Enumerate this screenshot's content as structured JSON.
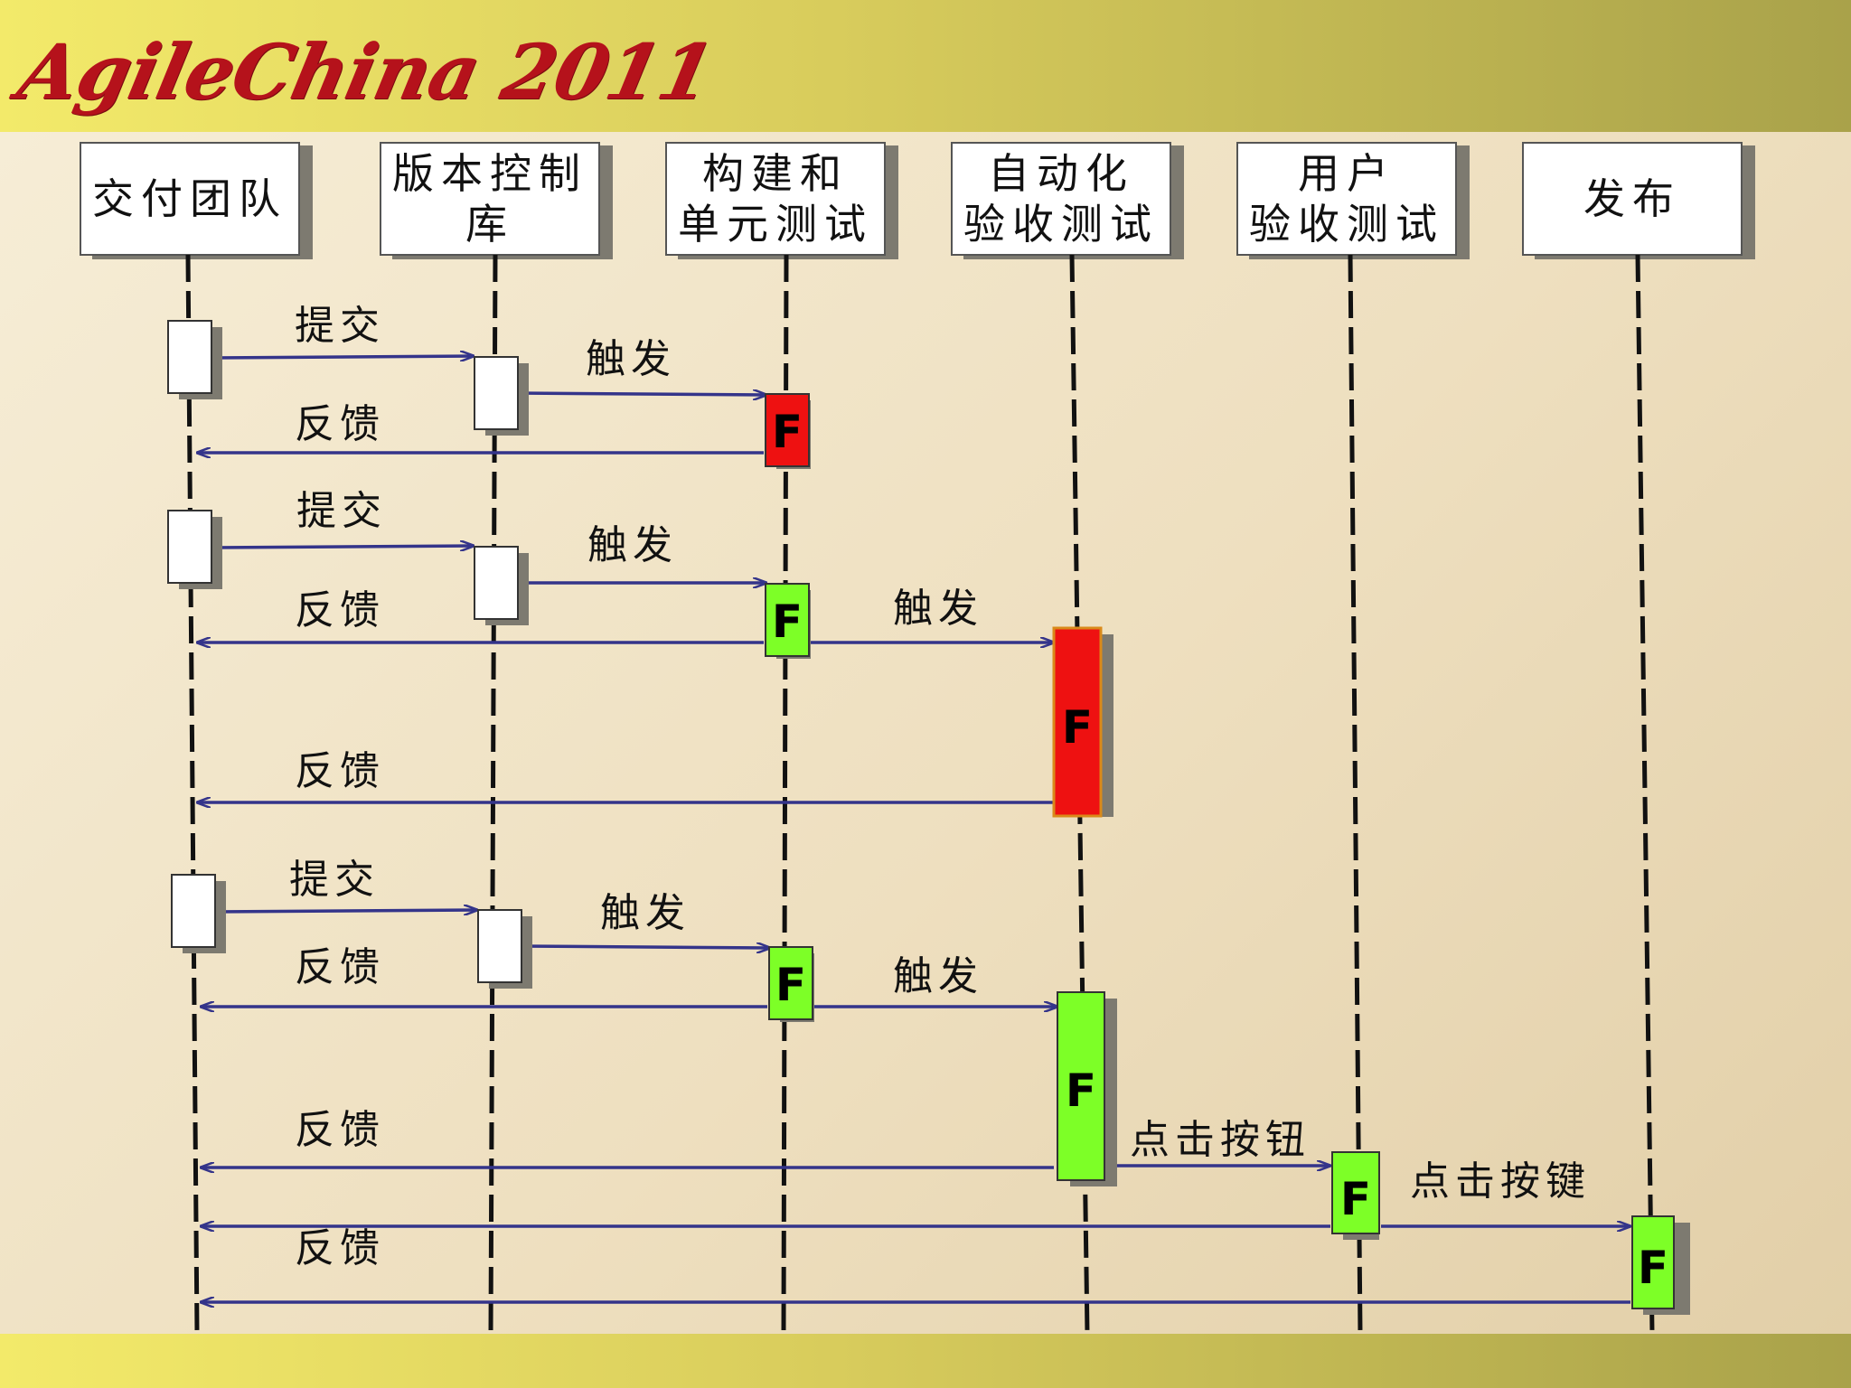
{
  "logo_text": "AgileChina 2011",
  "headers": [
    {
      "line1": "交付团队",
      "line2": ""
    },
    {
      "line1": "版本控制",
      "line2": "库"
    },
    {
      "line1": "构建和",
      "line2": "单元测试"
    },
    {
      "line1": "自动化",
      "line2": "验收测试"
    },
    {
      "line1": "用户",
      "line2": "验收测试"
    },
    {
      "line1": "发布",
      "line2": ""
    }
  ],
  "labels": {
    "commit": "提交",
    "feedback": "反馈",
    "trigger": "触发",
    "click_button": "点击按钮",
    "click_key": "点击按键"
  },
  "status_letter": "F",
  "colors": {
    "fail": "#ee1111",
    "pass": "#7dff27",
    "arrow": "#34348a"
  }
}
